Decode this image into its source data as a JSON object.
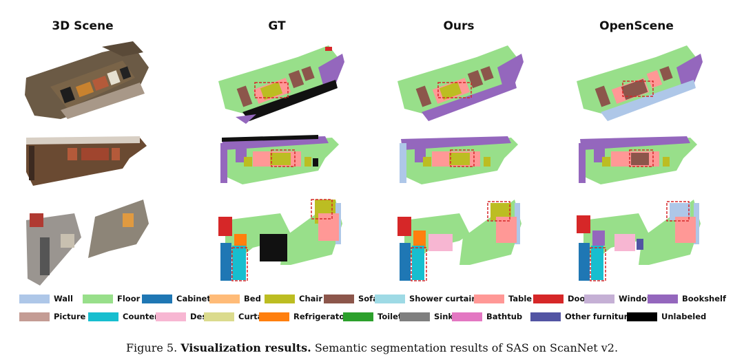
{
  "columns": [
    "3D Scene",
    "GT",
    "Ours",
    "OpenScene"
  ],
  "colors": {
    "wall": "#aec7e8",
    "floor": "#98df8a",
    "cabinet": "#1f77b4",
    "bed": "#ffbb78",
    "chair": "#bcbd22",
    "sofa": "#8c564b",
    "shower_curtain": "#9edae5",
    "table": "#ff9896",
    "door": "#d62728",
    "window": "#c5b0d5",
    "bookshelf": "#9467bd",
    "picture": "#c49c94",
    "counter": "#17becf",
    "desk": "#f7b6d2",
    "curtain": "#dbdb8d",
    "refrigerator": "#ff7f0e",
    "toilet": "#2ca02c",
    "sink": "#7f7f7f",
    "bathtub": "#e377c2",
    "other_furniture": "#5254a3",
    "unlabeled": "#000000",
    "highlight_box": "#d62728"
  },
  "legend": [
    {
      "label": "Wall",
      "color": "#aec7e8"
    },
    {
      "label": "Floor",
      "color": "#98df8a"
    },
    {
      "label": "Cabinet",
      "color": "#1f77b4"
    },
    {
      "label": "Bed",
      "color": "#ffbb78"
    },
    {
      "label": "Chair",
      "color": "#bcbd22"
    },
    {
      "label": "Sofa",
      "color": "#8c564b"
    },
    {
      "label": "Shower curtain",
      "color": "#9edae5"
    },
    {
      "label": "Table",
      "color": "#ff9896"
    },
    {
      "label": "Door",
      "color": "#d62728"
    },
    {
      "label": "Window",
      "color": "#c5b0d5"
    },
    {
      "label": "Bookshelf",
      "color": "#9467bd"
    },
    {
      "label": "Picture",
      "color": "#c49c94"
    },
    {
      "label": "Counter",
      "color": "#17becf"
    },
    {
      "label": "Desk",
      "color": "#f7b6d2"
    },
    {
      "label": "Curtain",
      "color": "#dbdb8d"
    },
    {
      "label": "Refrigerator",
      "color": "#ff7f0e"
    },
    {
      "label": "Toilet",
      "color": "#2ca02c"
    },
    {
      "label": "Sink",
      "color": "#7f7f7f"
    },
    {
      "label": "Bathtub",
      "color": "#e377c2"
    },
    {
      "label": "Other furniture",
      "color": "#5254a3"
    },
    {
      "label": "Unlabeled",
      "color": "#000000"
    }
  ],
  "caption": {
    "prefix": "Figure 5.",
    "bold": "Visualization results.",
    "text": "Semantic segmentation results of SAS on ScanNet v2."
  }
}
